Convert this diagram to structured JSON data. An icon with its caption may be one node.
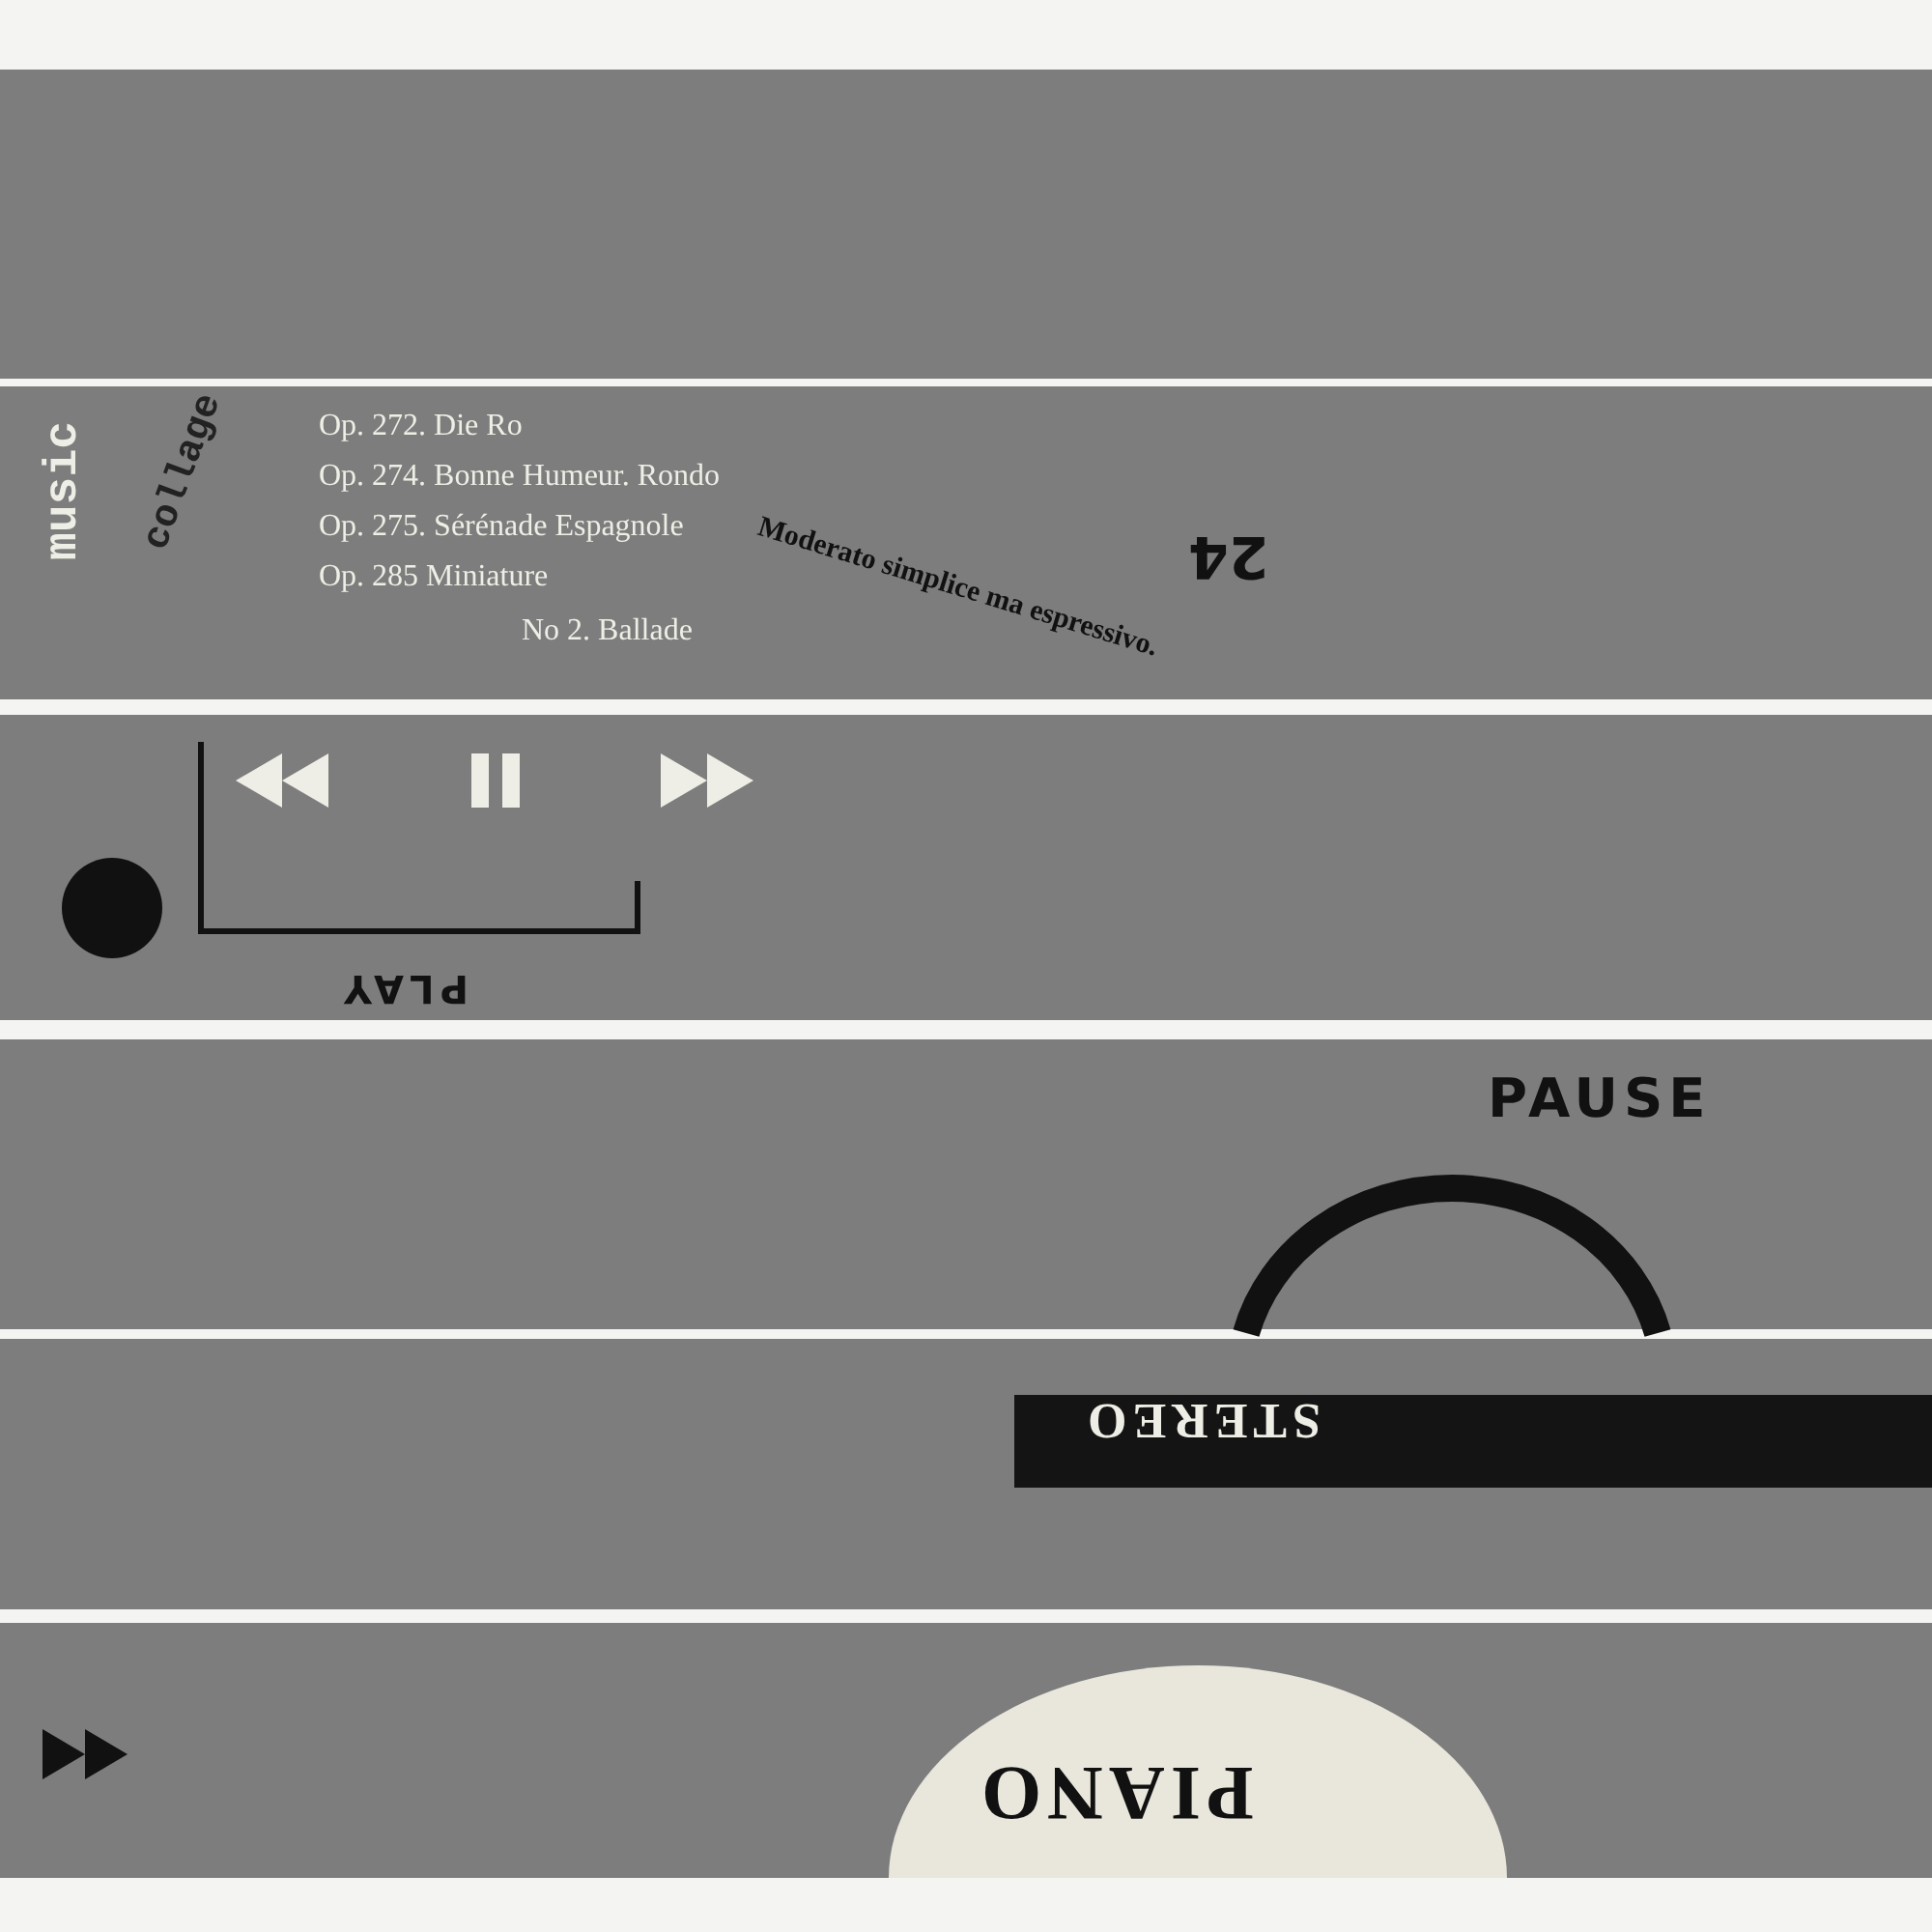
{
  "diagram": {
    "labels": [
      "music",
      "collage",
      "Op. 272. Die Ro",
      "Op. 274. Bonne Humeur. Rondo",
      "Op. 275. Sérénade Espagnole",
      "Op. 285 Miniature",
      "No 2. Ballade",
      "Moderato simplice ma espressivo.",
      "24",
      "PLAY",
      "PAUSE",
      "STEREO",
      "PIANO"
    ]
  }
}
